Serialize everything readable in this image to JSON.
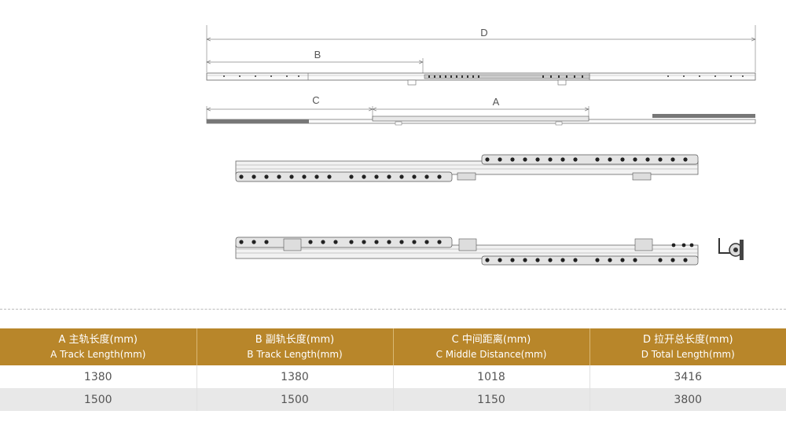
{
  "drawing": {
    "dimension_labels": {
      "d": "D",
      "b": "B",
      "c": "C",
      "a": "A"
    }
  },
  "table": {
    "headers": [
      {
        "zh": "A 主轨长度(mm)",
        "en": "A Track Length(mm)"
      },
      {
        "zh": "B 副轨长度(mm)",
        "en": "B Track Length(mm)"
      },
      {
        "zh": "C 中间距离(mm)",
        "en": "C Middle Distance(mm)"
      },
      {
        "zh": "D 拉开总长度(mm)",
        "en": "D Total Length(mm)"
      }
    ],
    "rows": [
      [
        "1380",
        "1380",
        "1018",
        "3416"
      ],
      [
        "1500",
        "1500",
        "1150",
        "3800"
      ]
    ]
  }
}
